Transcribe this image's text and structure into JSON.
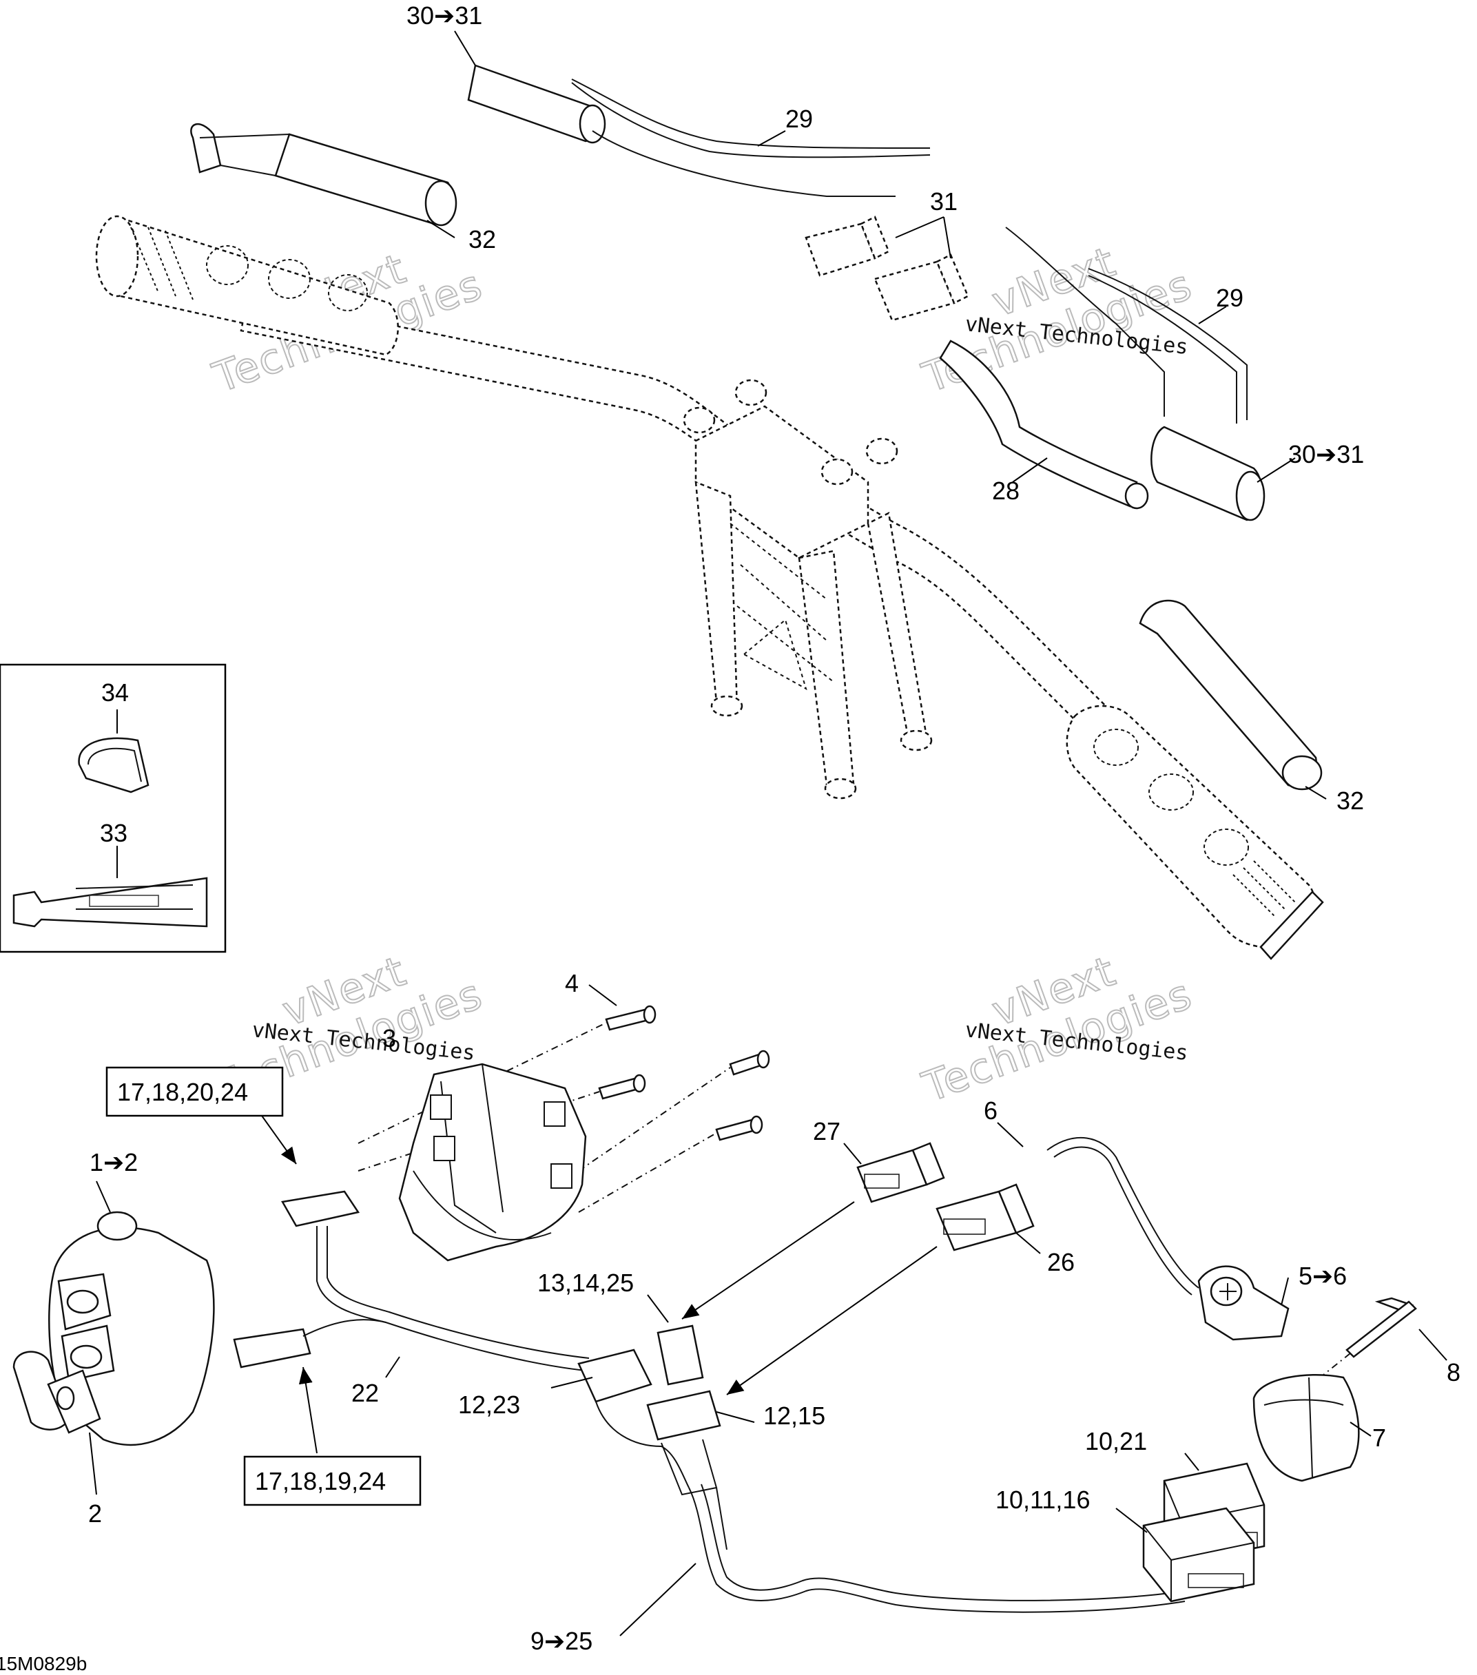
{
  "document_code": "15M0829b",
  "watermark": {
    "line_small": "vNext Technologies",
    "line_big_1": "vNext",
    "line_big_2": "Technologies"
  },
  "inset_box": {
    "items": [
      {
        "label": "34",
        "part": "clip"
      },
      {
        "label": "33",
        "part": "grease-tube"
      }
    ]
  },
  "callouts": {
    "c30_31_top": "30➔31",
    "c29_top": "29",
    "c32_top": "32",
    "c31": "31",
    "c29_right": "29",
    "c28": "28",
    "c30_31_right": "30➔31",
    "c32_right": "32",
    "c34": "34",
    "c33": "33",
    "c4": "4",
    "c3": "3",
    "c1_2": "1➔2",
    "c2": "2",
    "c22": "22",
    "c27": "27",
    "c6": "6",
    "c26": "26",
    "c5_6": "5➔6",
    "c8": "8",
    "c7": "7",
    "c13_14_25": "13,14,25",
    "c12_23": "12,23",
    "c12_15": "12,15",
    "c10_21": "10,21",
    "c10_11_16": "10,11,16",
    "c9_25": "9➔25",
    "box_17_18_20_24": "17,18,20,24",
    "box_17_18_19_24": "17,18,19,24"
  }
}
